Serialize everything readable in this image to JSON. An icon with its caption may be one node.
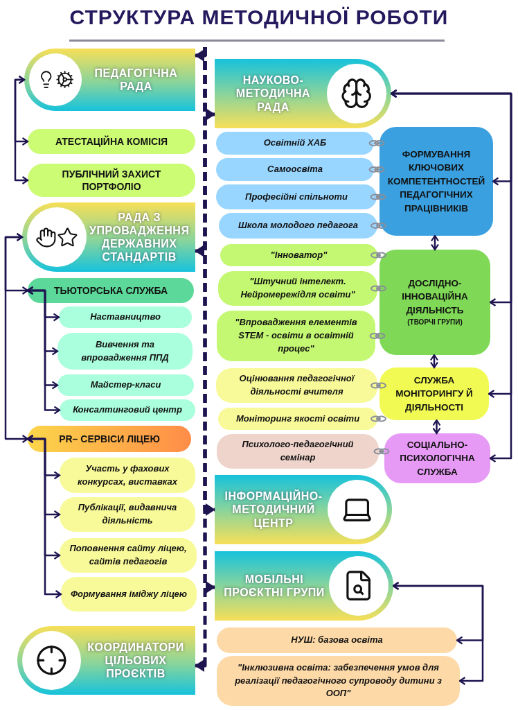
{
  "diagram": {
    "title": "СТРУКТУРА МЕТОДИЧНОЇ РОБОТИ",
    "nodes": [
      {
        "text": [
          "ПЕДАГОГІЧНА РАДА"
        ]
      },
      {
        "text": [
          "АТЕСТАЦІЙНА КОМІСІЯ"
        ]
      },
      {
        "text": [
          "ПУБЛІЧНИЙ ЗАХИСТ ПОРТФОЛІО"
        ]
      },
      {
        "text": [
          "РАДА З УПРОВАДЖЕННЯ ДЕРЖАВНИХ СТАНДАРТІВ"
        ]
      },
      {
        "text": [
          "ТЬЮТОРСЬКА СЛУЖБА"
        ]
      },
      {
        "text": [
          "Наставництво"
        ]
      },
      {
        "text": [
          "Вивчення та впровадження ППД"
        ]
      },
      {
        "text": [
          "Майстер-класи"
        ]
      },
      {
        "text": [
          "Консалтинговий центр"
        ]
      },
      {
        "text": [
          "PR– СЕРВІСИ ЛІЦЕЮ"
        ]
      },
      {
        "text": [
          "Участь у фахових конкурсах, виставках"
        ]
      },
      {
        "text": [
          "Публікації, видавнича діяльність"
        ]
      },
      {
        "text": [
          "Поповнення сайту ліцею, сайтів педагогів"
        ]
      },
      {
        "text": [
          "Формування іміджу ліцею"
        ]
      },
      {
        "text": [
          "КООРДИНАТОРИ ЦІЛЬОВИХ ПРОЄКТІВ"
        ]
      },
      {
        "text": [
          "НАУКОВО-МЕТОДИЧНА РАДА"
        ]
      },
      {
        "text": [
          "Освітній ХАБ"
        ]
      },
      {
        "text": [
          "Самоосвіта"
        ]
      },
      {
        "text": [
          "Професійні спільноти"
        ]
      },
      {
        "text": [
          "Школа молодого педагога"
        ]
      },
      {
        "text": [
          "ФОРМУВАННЯ КЛЮЧОВИХ КОМПЕТЕНТНОСТЕЙ ПЕДАГОГІЧНИХ ПРАЦІВНИКІВ"
        ]
      },
      {
        "text": [
          "\"Інноватор\""
        ]
      },
      {
        "text": [
          "\"Штучний інтелект. Нейромережідля освіти\""
        ]
      },
      {
        "text": [
          "\"Впровадження елементів STEM - освіти в освітній процес\""
        ]
      },
      {
        "text": [
          "ДОСЛІДНО-ІННОВАЦІЙНА ДІЯЛЬНІСТЬ",
          "(ТВОРЧІ ГРУПИ)"
        ]
      },
      {
        "text": [
          "Оцінювання педагогічної діяльності вчителя"
        ]
      },
      {
        "text": [
          "Моніторинг якості освіти"
        ]
      },
      {
        "text": [
          "СЛУЖБА МОНІТОРИНГУ Й ДІЯЛЬНОСТІ"
        ]
      },
      {
        "text": [
          "Психолого-педагогічний семінар"
        ]
      },
      {
        "text": [
          "СОЦІАЛЬНО-ПСИХОЛОГІЧНА СЛУЖБА"
        ]
      },
      {
        "text": [
          "ІНФОРМАЦІЙНО-МЕТОДИЧНИЙ ЦЕНТР"
        ]
      },
      {
        "text": [
          "МОБІЛЬНІ ПРОЄКТНІ ГРУПИ"
        ]
      },
      {
        "text": [
          "НУШ: базова освіта"
        ]
      },
      {
        "text": [
          "\"Інклюзивна освіта: забезпечення умов для реалізації педагогічного супроводу дитини з ООП\""
        ]
      }
    ],
    "edges": [
      {
        "from": null,
        "to": 0,
        "arrow": "to",
        "style": "dashed"
      },
      {
        "from": null,
        "to": 15,
        "arrow": "to",
        "style": "dashed"
      },
      {
        "from": null,
        "to": 3,
        "arrow": "to",
        "style": "dashed"
      },
      {
        "from": null,
        "to": 30,
        "arrow": "to",
        "style": "dashed"
      },
      {
        "from": null,
        "to": 31,
        "arrow": "to",
        "style": "dashed"
      },
      {
        "from": null,
        "to": 14,
        "arrow": "to",
        "style": "dashed"
      },
      {
        "from": 0,
        "to": 1,
        "arrow": "both"
      },
      {
        "from": 0,
        "to": 2,
        "arrow": "both"
      },
      {
        "from": 3,
        "to": 4,
        "arrow": "both"
      },
      {
        "from": 3,
        "to": 9,
        "arrow": "both"
      },
      {
        "from": 4,
        "to": 5,
        "arrow": "both"
      },
      {
        "from": 4,
        "to": 6,
        "arrow": "both"
      },
      {
        "from": 4,
        "to": 7,
        "arrow": "both"
      },
      {
        "from": 4,
        "to": 8,
        "arrow": "both"
      },
      {
        "from": 9,
        "to": 10,
        "arrow": "both"
      },
      {
        "from": 9,
        "to": 11,
        "arrow": "both"
      },
      {
        "from": 9,
        "to": 12,
        "arrow": "both"
      },
      {
        "from": 9,
        "to": 13,
        "arrow": "both"
      },
      {
        "from": 15,
        "to": 20,
        "arrow": "both"
      },
      {
        "from": 15,
        "to": 24,
        "arrow": "both"
      },
      {
        "from": 15,
        "to": 27,
        "arrow": "both"
      },
      {
        "from": 15,
        "to": 29,
        "arrow": "both"
      },
      {
        "from": 20,
        "to": 24,
        "arrow": "both"
      },
      {
        "from": 24,
        "to": 27,
        "arrow": "both"
      },
      {
        "from": 27,
        "to": 29,
        "arrow": "both"
      },
      {
        "from": 31,
        "to": 32,
        "arrow": "both"
      },
      {
        "from": 31,
        "to": 33,
        "arrow": "both"
      },
      {
        "from": 16,
        "to": 20,
        "arrow": "other",
        "color": "#8a8f99"
      },
      {
        "from": 17,
        "to": 20,
        "arrow": "other",
        "color": "#8a8f99"
      },
      {
        "from": 18,
        "to": 20,
        "arrow": "other",
        "color": "#8a8f99"
      },
      {
        "from": 19,
        "to": 20,
        "arrow": "other",
        "color": "#8a8f99"
      },
      {
        "from": 21,
        "to": 24,
        "arrow": "other",
        "color": "#8a8f99"
      },
      {
        "from": 22,
        "to": 24,
        "arrow": "other",
        "color": "#8a8f99"
      },
      {
        "from": 23,
        "to": 24,
        "arrow": "other",
        "color": "#8a8f99"
      },
      {
        "from": 25,
        "to": 27,
        "arrow": "other",
        "color": "#8a8f99"
      },
      {
        "from": 26,
        "to": 27,
        "arrow": "other",
        "color": "#8a8f99"
      },
      {
        "from": 28,
        "to": 29,
        "arrow": "other",
        "color": "#8a8f99"
      }
    ]
  }
}
